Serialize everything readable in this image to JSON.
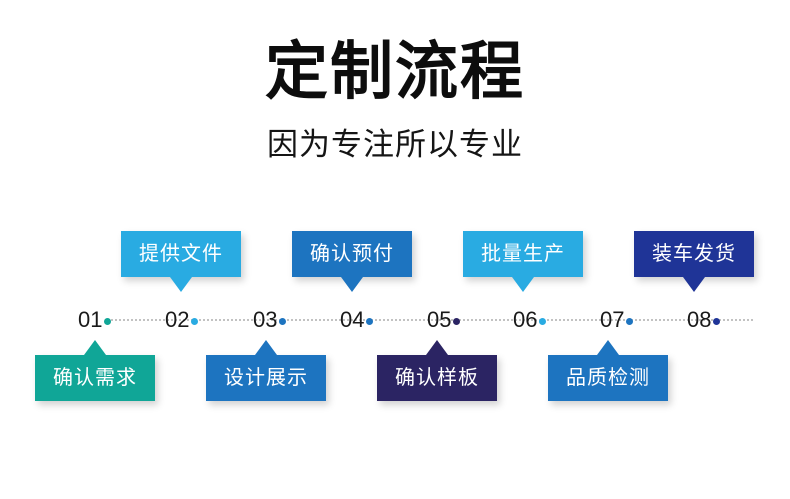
{
  "header": {
    "title": "定制流程",
    "subtitle": "因为专注所以专业"
  },
  "colors": {
    "background": "#ffffff",
    "light_blue": "#29abe2",
    "medium_blue": "#1d74c0",
    "teal": "#10a697",
    "navy": "#1f3497",
    "dark_purple": "#2b2463",
    "number_text": "#1a1a1a",
    "dotted_line": "#c2c2c2",
    "title_text": "#0d0d0d"
  },
  "timeline": {
    "ticks": [
      {
        "number": "01",
        "dot_color": "#10a697"
      },
      {
        "number": "02",
        "dot_color": "#29abe2"
      },
      {
        "number": "03",
        "dot_color": "#1d74c0"
      },
      {
        "number": "04",
        "dot_color": "#1d74c0"
      },
      {
        "number": "05",
        "dot_color": "#2b2463"
      },
      {
        "number": "06",
        "dot_color": "#29abe2"
      },
      {
        "number": "07",
        "dot_color": "#1d74c0"
      },
      {
        "number": "08",
        "dot_color": "#1f3497"
      }
    ]
  },
  "steps_top": [
    {
      "number": "02",
      "label": "提供文件",
      "color": "#29abe2"
    },
    {
      "number": "04",
      "label": "确认预付",
      "color": "#1d74c0"
    },
    {
      "number": "06",
      "label": "批量生产",
      "color": "#29abe2"
    },
    {
      "number": "08",
      "label": "装车发货",
      "color": "#1f3497"
    }
  ],
  "steps_bottom": [
    {
      "number": "01",
      "label": "确认需求",
      "color": "#10a697"
    },
    {
      "number": "03",
      "label": "设计展示",
      "color": "#1d74c0"
    },
    {
      "number": "05",
      "label": "确认样板",
      "color": "#2b2463"
    },
    {
      "number": "07",
      "label": "品质检测",
      "color": "#1d74c0"
    }
  ]
}
